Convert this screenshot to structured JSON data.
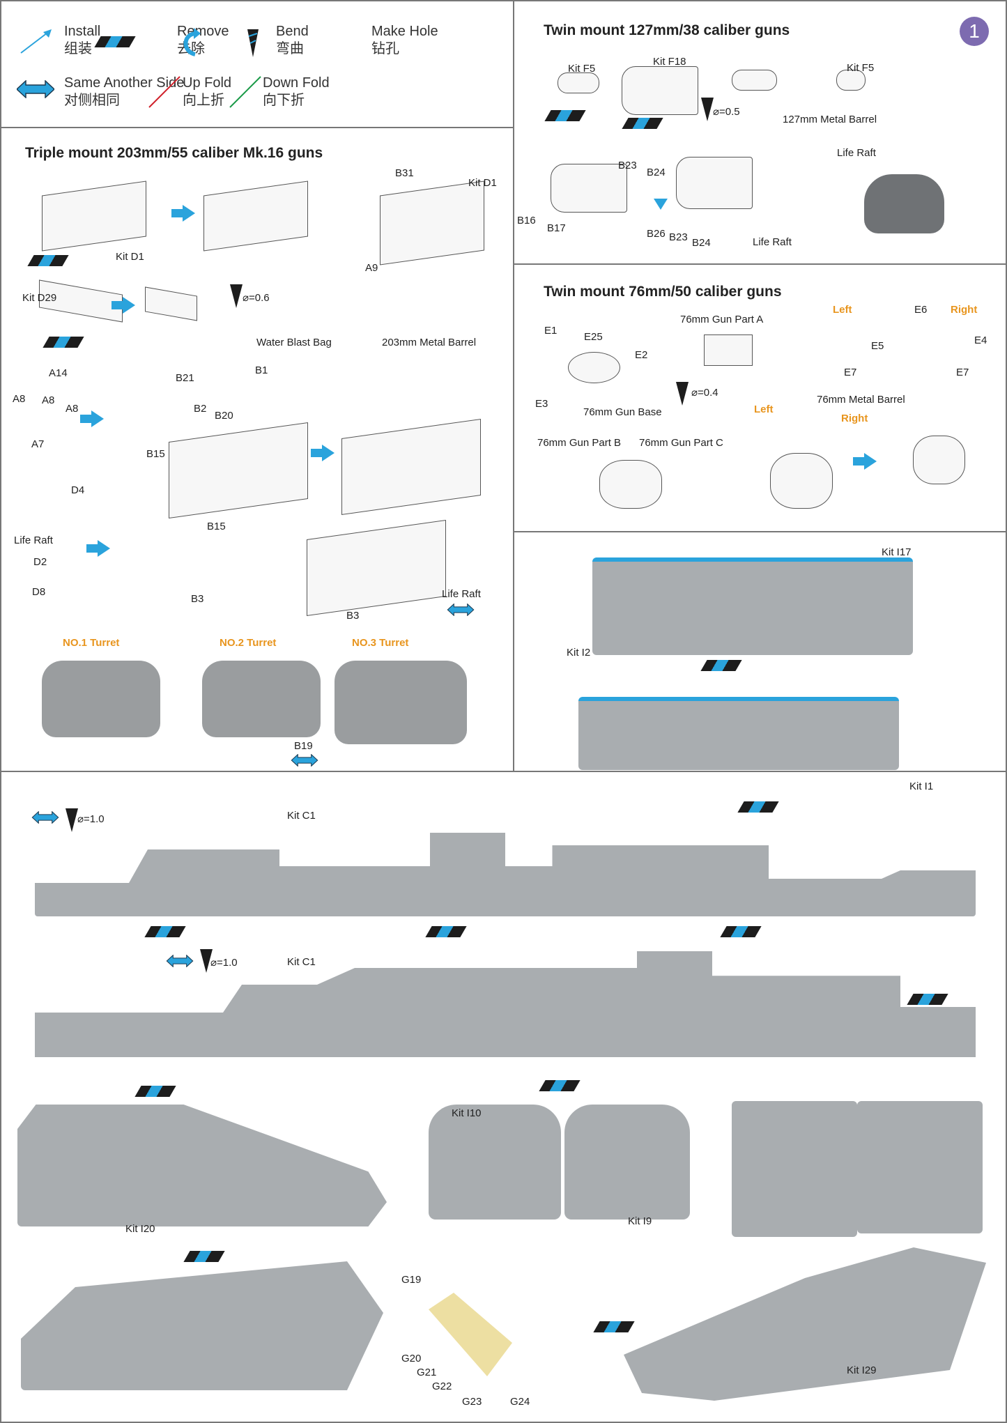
{
  "legend": {
    "install": {
      "en": "Install",
      "zh": "组装",
      "icon": "install-arrow-icon"
    },
    "remove": {
      "en": "Remove",
      "zh": "去除",
      "icon": "remove-stripe-icon"
    },
    "bend": {
      "en": "Bend",
      "zh": "弯曲",
      "icon": "bend-arrow-icon"
    },
    "make_hole": {
      "en": "Make Hole",
      "zh": "钻孔",
      "icon": "drill-icon"
    },
    "same_side": {
      "en": "Same Another Side",
      "zh": "对侧相同",
      "icon": "double-arrow-icon"
    },
    "up_fold": {
      "en": "Up Fold",
      "zh": "向上折",
      "color": "#d0202a"
    },
    "down_fold": {
      "en": "Down Fold",
      "zh": "向下折",
      "color": "#1a9a48"
    }
  },
  "colors": {
    "accent": "#2aa3dc",
    "turret_label": "#e8951e",
    "step_badge": "#7d6bb0",
    "part_grey": "#a9adb0"
  },
  "triple": {
    "title": "Triple mount 203mm/55 caliber Mk.16 guns",
    "labels": [
      "Kit D1",
      "B31",
      "Kit D1",
      "A9",
      "Kit D29",
      "⌀=0.6",
      "Water Blast Bag",
      "203mm Metal Barrel",
      "B21",
      "B1",
      "A14",
      "A8",
      "A8",
      "A8",
      "A7",
      "B2",
      "B20",
      "B15",
      "B15",
      "D4",
      "Life Raft",
      "D2",
      "D8",
      "B3",
      "B3",
      "Life Raft",
      "B19"
    ],
    "turrets": [
      "NO.1 Turret",
      "NO.2 Turret",
      "NO.3 Turret"
    ]
  },
  "twin127": {
    "title": "Twin mount 127mm/38 caliber guns",
    "step": "1",
    "labels": [
      "Kit F5",
      "Kit F18",
      "⌀=0.5",
      "Kit F5",
      "127mm Metal Barrel",
      "Life Raft",
      "B23",
      "B24",
      "B16",
      "B17",
      "B26",
      "B23",
      "B24",
      "Life Raft"
    ]
  },
  "twin76": {
    "title": "Twin mount 76mm/50 caliber guns",
    "labels": [
      "E1",
      "E25",
      "76mm Gun Part A",
      "E6",
      "E2",
      "E5",
      "E4",
      "E3",
      "⌀=0.4",
      "E7",
      "E7",
      "76mm Metal Barrel",
      "76mm Gun Base",
      "76mm Gun Part B",
      "76mm Gun Part C"
    ],
    "orange": [
      "Left",
      "Right",
      "Left",
      "Right"
    ]
  },
  "photos": {
    "labels": [
      "Kit I17",
      "Kit I2",
      "Kit I1"
    ]
  },
  "hull": {
    "labels": [
      "Kit C1",
      "⌀=1.0",
      "Kit C1",
      "⌀=1.0",
      "Kit I10",
      "Kit I20",
      "Kit I9",
      "G19",
      "G20",
      "G21",
      "G22",
      "G23",
      "G24",
      "Kit I29"
    ]
  }
}
